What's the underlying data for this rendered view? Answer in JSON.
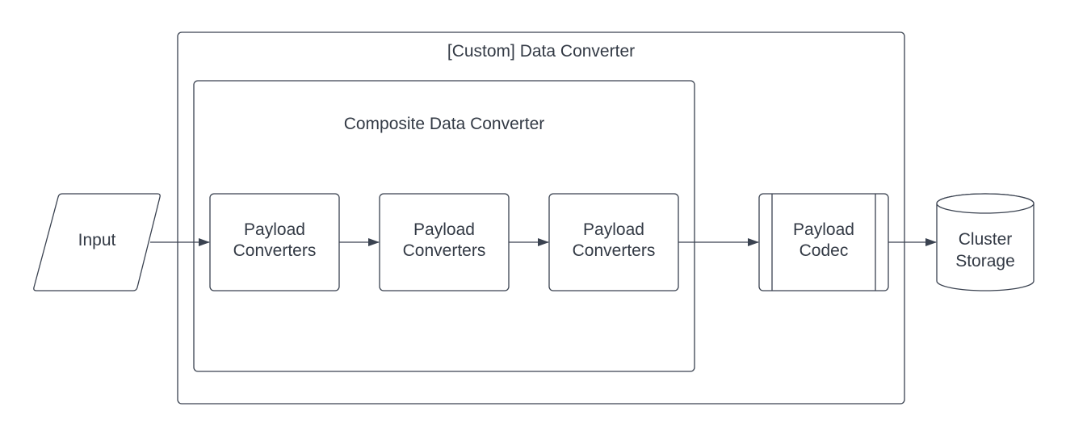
{
  "diagram": {
    "outer_container": {
      "label": "[Custom] Data Converter"
    },
    "inner_container": {
      "label": "Composite Data Converter"
    },
    "nodes": {
      "input": {
        "label": "Input",
        "shape": "parallelogram"
      },
      "converter_1": {
        "line1": "Payload",
        "line2": "Converters"
      },
      "converter_2": {
        "line1": "Payload",
        "line2": "Converters"
      },
      "converter_3": {
        "line1": "Payload",
        "line2": "Converters"
      },
      "codec": {
        "line1": "Payload",
        "line2": "Codec",
        "shape": "subroutine"
      },
      "storage": {
        "line1": "Cluster",
        "line2": "Storage",
        "shape": "cylinder"
      }
    },
    "edges": [
      {
        "from": "input",
        "to": "converter_1"
      },
      {
        "from": "converter_1",
        "to": "converter_2"
      },
      {
        "from": "converter_2",
        "to": "converter_3"
      },
      {
        "from": "converter_3",
        "to": "codec"
      },
      {
        "from": "codec",
        "to": "storage"
      }
    ],
    "colors": {
      "stroke": "#3a4250",
      "text": "#333a45",
      "background": "#ffffff"
    }
  }
}
